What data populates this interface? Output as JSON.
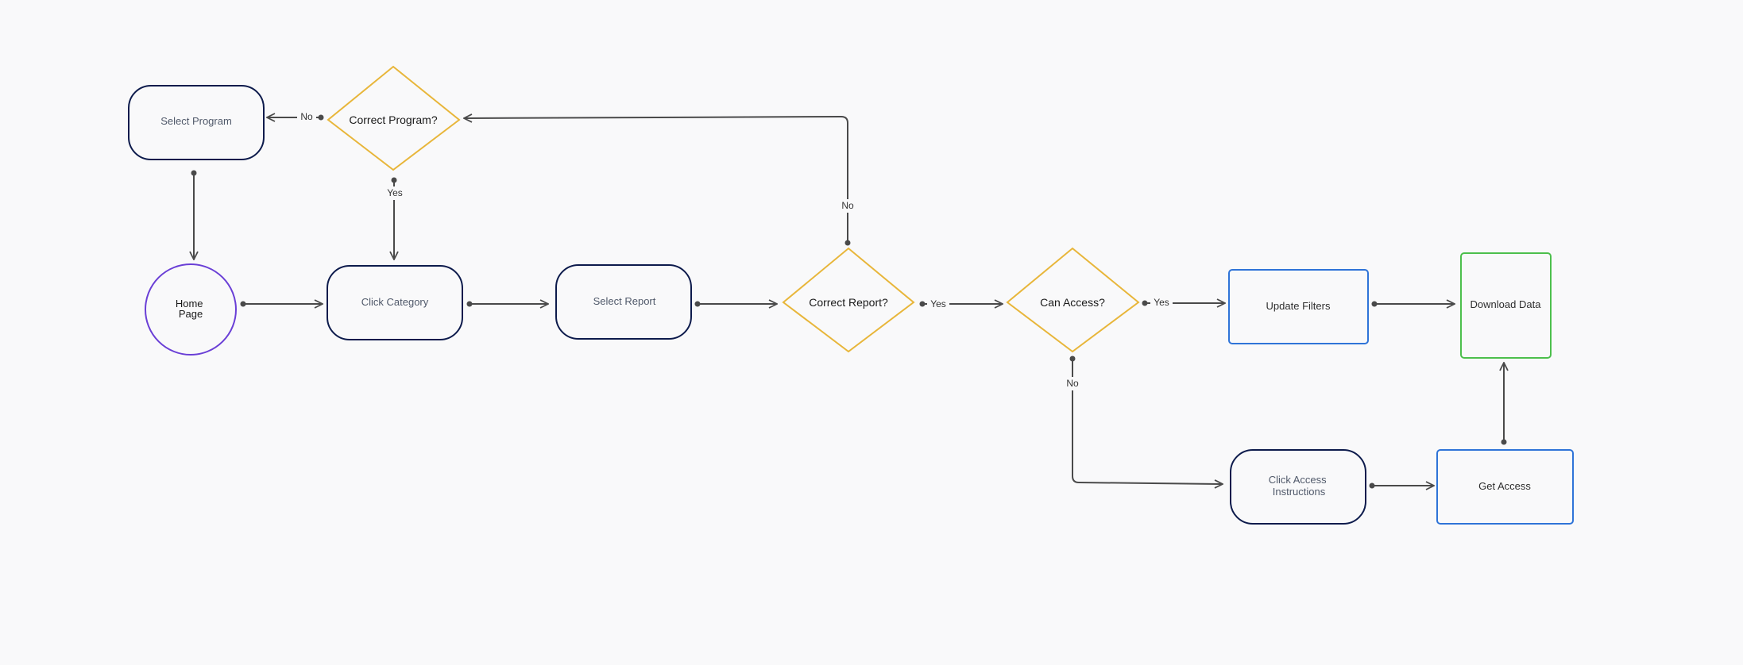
{
  "colors": {
    "background": "#f9f9fa",
    "process_stroke": "#0d1b4c",
    "decision_stroke": "#e8b63a",
    "start_stroke": "#6a3fd6",
    "blue_stroke": "#2f74d8",
    "green_stroke": "#4cbf4c",
    "edge": "#4a4a4a"
  },
  "nodes": {
    "select_program": {
      "lines": [
        "Select Program"
      ]
    },
    "correct_program": {
      "lines": [
        "Correct Program?"
      ]
    },
    "home_page": {
      "lines": [
        "Home",
        "Page"
      ]
    },
    "click_category": {
      "lines": [
        "Click Category"
      ]
    },
    "select_report": {
      "lines": [
        "Select Report"
      ]
    },
    "correct_report": {
      "lines": [
        "Correct Report?"
      ]
    },
    "can_access": {
      "lines": [
        "Can Access?"
      ]
    },
    "update_filters": {
      "lines": [
        "Update Filters"
      ]
    },
    "download_data": {
      "lines": [
        "Download Data"
      ]
    },
    "click_access_instructions": {
      "lines": [
        "Click Access",
        "Instructions"
      ]
    },
    "get_access": {
      "lines": [
        "Get Access"
      ]
    }
  },
  "edge_labels": {
    "program_no": "No",
    "program_yes": "Yes",
    "report_no": "No",
    "report_yes": "Yes",
    "access_yes": "Yes",
    "access_no": "No"
  }
}
